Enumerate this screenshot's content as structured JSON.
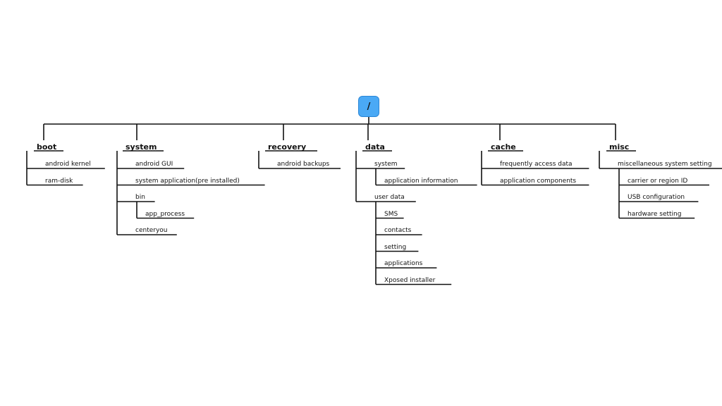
{
  "root": "/",
  "directories": [
    {
      "name": "boot",
      "children": [
        {
          "label": "android kernel"
        },
        {
          "label": "ram-disk"
        }
      ]
    },
    {
      "name": "system",
      "children": [
        {
          "label": "android GUI"
        },
        {
          "label": "system application(pre installed)"
        },
        {
          "label": "bin",
          "children": [
            {
              "label": "app_process"
            }
          ]
        },
        {
          "label": "centeryou"
        }
      ]
    },
    {
      "name": "recovery",
      "children": [
        {
          "label": "android backups"
        }
      ]
    },
    {
      "name": "data",
      "children": [
        {
          "label": "system",
          "children": [
            {
              "label": "application information"
            }
          ]
        },
        {
          "label": "user data",
          "children": [
            {
              "label": "SMS"
            },
            {
              "label": "contacts"
            },
            {
              "label": "setting"
            },
            {
              "label": "applications"
            },
            {
              "label": "Xposed installer"
            }
          ]
        }
      ]
    },
    {
      "name": "cache",
      "children": [
        {
          "label": "frequently access data"
        },
        {
          "label": "application components"
        }
      ]
    },
    {
      "name": "misc",
      "children": [
        {
          "label": "miscellaneous system setting",
          "children": [
            {
              "label": "carrier or region ID"
            },
            {
              "label": "USB configuration"
            },
            {
              "label": "hardware setting"
            }
          ]
        }
      ]
    }
  ]
}
